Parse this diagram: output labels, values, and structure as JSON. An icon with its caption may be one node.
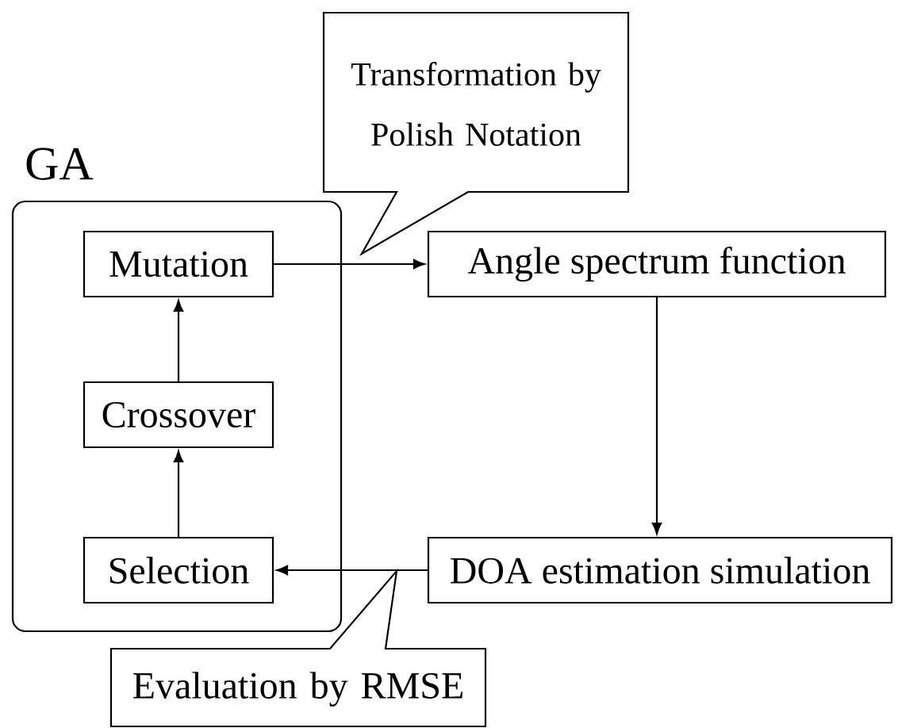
{
  "diagram": {
    "nodes": [
      {
        "text": [
          "GA"
        ]
      },
      {
        "text": [
          "Mutation"
        ],
        "in": 0
      },
      {
        "text": [
          "Crossover"
        ],
        "in": 0
      },
      {
        "text": [
          "Selection"
        ],
        "in": 0
      },
      {
        "text": [
          "Angle spectrum function"
        ]
      },
      {
        "text": [
          "DOA estimation simulation"
        ]
      },
      {
        "text": [
          "Transformation by Polish Notation"
        ]
      },
      {
        "text": [
          "Evaluation by RMSE"
        ]
      }
    ],
    "edges": [
      {
        "from": 1,
        "to": 4,
        "arrow": "to"
      },
      {
        "from": 4,
        "to": 5,
        "arrow": "to"
      },
      {
        "from": 5,
        "to": 3,
        "arrow": "to"
      },
      {
        "from": 3,
        "to": 2,
        "arrow": "to"
      },
      {
        "from": 2,
        "to": 1,
        "arrow": "to"
      }
    ]
  }
}
